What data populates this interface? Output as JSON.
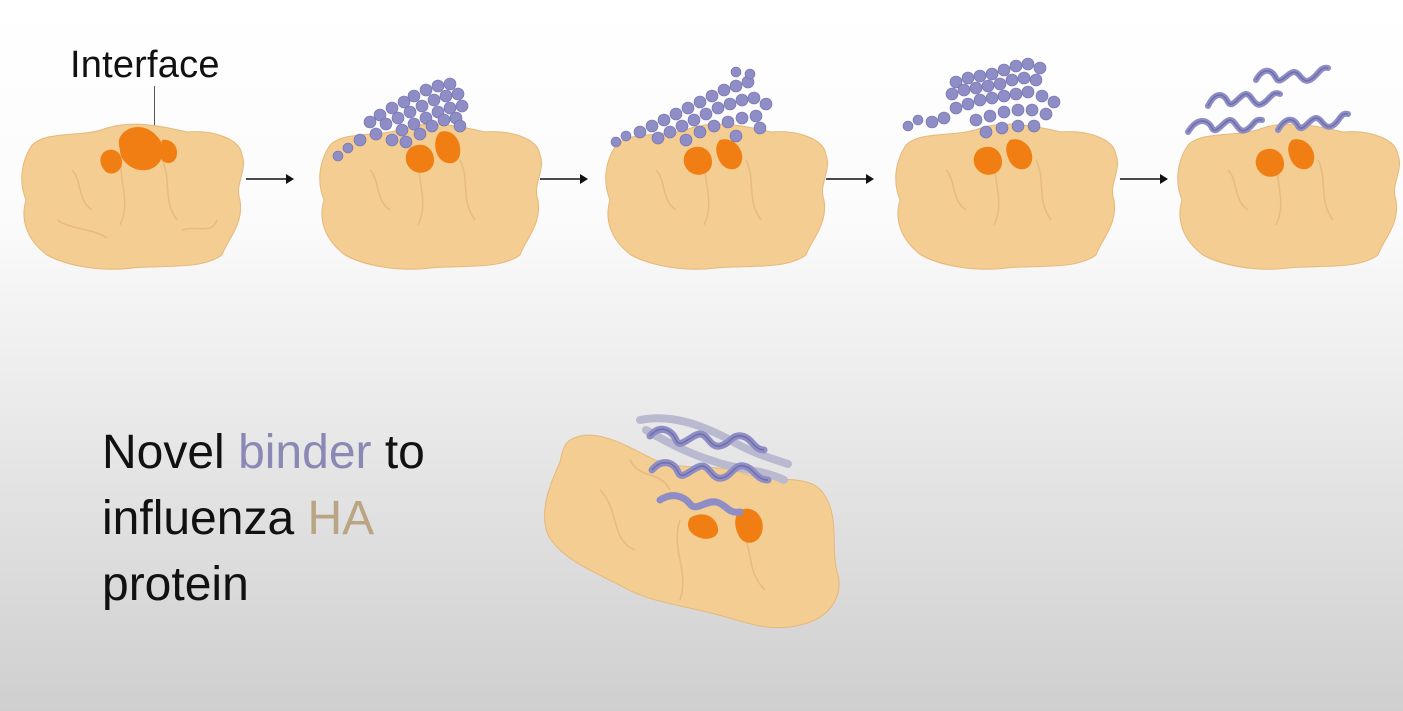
{
  "labels": {
    "interface": "Interface"
  },
  "headline": {
    "part1": "Novel ",
    "binder": "binder",
    "part2": " to",
    "line2_a": "influenza ",
    "ha": "HA",
    "line3": "protein"
  },
  "colors": {
    "protein_surface": "#f3cd92",
    "interface_patch": "#f07e12",
    "binder": "#8e8dc6",
    "text": "#111111",
    "binder_text": "#8a88b5",
    "ha_text": "#b9a583"
  },
  "stages": [
    {
      "name": "target-only",
      "binder": "none"
    },
    {
      "name": "noisy-binder-1",
      "binder": "noise"
    },
    {
      "name": "noisy-binder-2",
      "binder": "noise"
    },
    {
      "name": "noisy-binder-3",
      "binder": "partial"
    },
    {
      "name": "designed-helical-binder",
      "binder": "helices"
    }
  ],
  "icons": {
    "arrow": "right-arrow-icon"
  }
}
